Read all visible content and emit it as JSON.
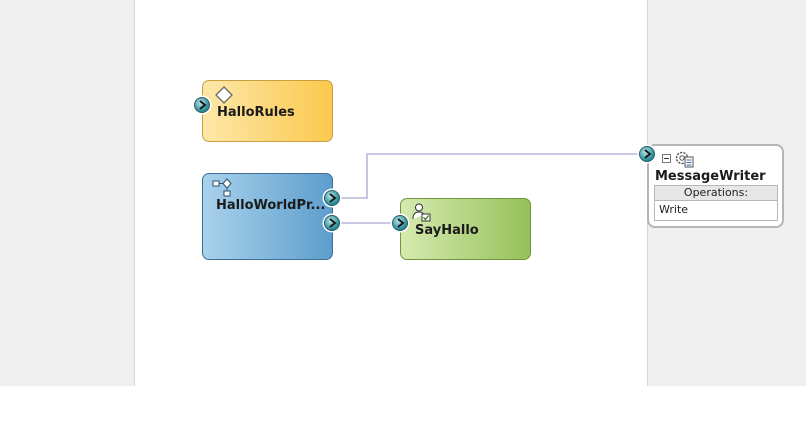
{
  "components": {
    "hallo_rules": {
      "label": "HalloRules",
      "type": "business-rule",
      "icon": "diamond-icon",
      "color": "#fbc94e"
    },
    "hallo_world_process": {
      "label": "HalloWorldPr...",
      "type": "bpel-process",
      "icon": "process-flow-icon",
      "color": "#5d9dcd"
    },
    "say_hallo": {
      "label": "SayHallo",
      "type": "human-task",
      "icon": "human-task-icon",
      "color": "#95c15a"
    }
  },
  "external_references": {
    "message_writer": {
      "title": "MessageWriter",
      "icon": "gear-document-icon",
      "operations_header": "Operations:",
      "operations": [
        "Write"
      ]
    }
  },
  "wires": [
    {
      "from": "hallo_world_process",
      "to": "message_writer"
    },
    {
      "from": "hallo_world_process",
      "to": "say_hallo"
    }
  ],
  "colors": {
    "lane_background": "#efefef",
    "canvas_background": "#ffffff",
    "wire": "#b9b6d8",
    "port": "#2b8f9b"
  }
}
